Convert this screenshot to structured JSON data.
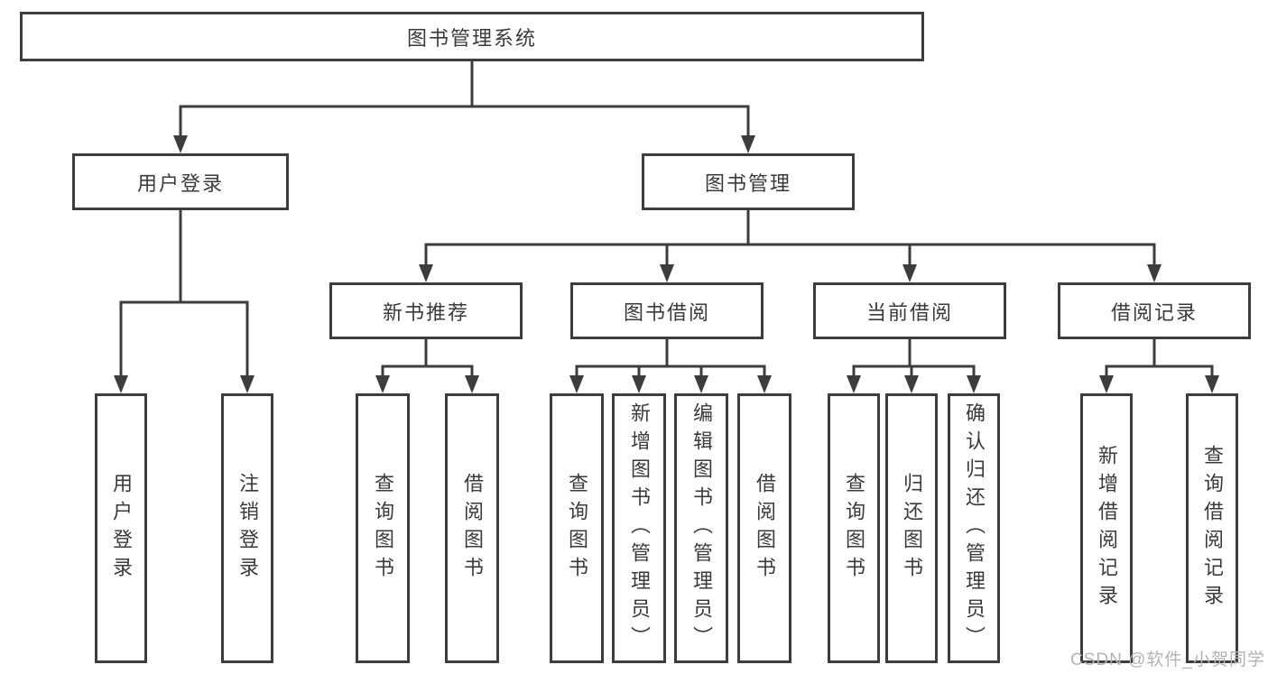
{
  "diagram_type": "hierarchy-tree",
  "colors": {
    "line": "#3d3d3d",
    "box_border": "#3d3d3d",
    "text": "#3a3a3a",
    "background": "#ffffff",
    "watermark": "#b3b3b3"
  },
  "tree": {
    "label": "图书管理系统",
    "children": [
      {
        "label": "用户登录",
        "children": [
          {
            "label": "用户登录"
          },
          {
            "label": "注销登录"
          }
        ]
      },
      {
        "label": "图书管理",
        "children": [
          {
            "label": "新书推荐",
            "children": [
              {
                "label": "查询图书"
              },
              {
                "label": "借阅图书"
              }
            ]
          },
          {
            "label": "图书借阅",
            "children": [
              {
                "label": "查询图书"
              },
              {
                "label": "新增图书（管理员）"
              },
              {
                "label": "编辑图书（管理员）"
              },
              {
                "label": "借阅图书"
              }
            ]
          },
          {
            "label": "当前借阅",
            "children": [
              {
                "label": "查询图书"
              },
              {
                "label": "归还图书"
              },
              {
                "label": "确认归还（管理员）"
              }
            ]
          },
          {
            "label": "借阅记录",
            "children": [
              {
                "label": "新增借阅记录"
              },
              {
                "label": "查询借阅记录"
              }
            ]
          }
        ]
      }
    ]
  },
  "watermark": {
    "text": "CSDN @软件_小贺同学"
  }
}
